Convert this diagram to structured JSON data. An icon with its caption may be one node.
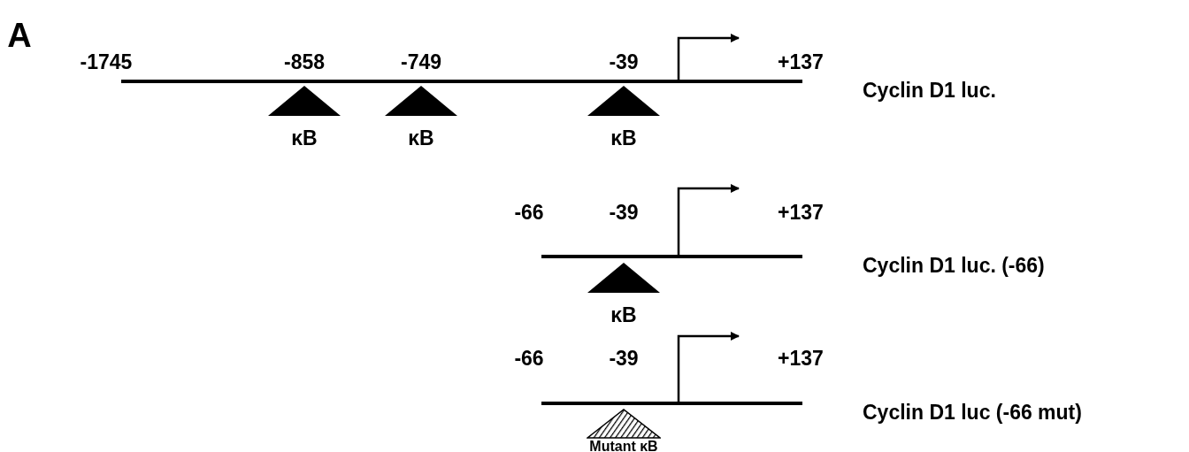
{
  "diagram": {
    "nodes": [
      {
        "text": [],
        "shape": "bar"
      },
      {
        "text": [
          "κB"
        ]
      },
      {
        "text": [
          "κB"
        ]
      },
      {
        "text": [
          "κB"
        ]
      },
      {
        "text": [],
        "shape": "bar"
      },
      {
        "text": [
          "κB"
        ]
      },
      {
        "text": [],
        "shape": "bar"
      },
      {
        "text": [
          "Mutant κB"
        ]
      }
    ],
    "labels": [
      "A",
      "-1745",
      "-858",
      "-749",
      "-39",
      "+137",
      "Cyclin D1 luc.",
      "-66",
      "-39",
      "+137",
      "Cyclin D1 luc. (-66)",
      "-66",
      "-39",
      "+137",
      "Cyclin D1 luc (-66 mut)"
    ]
  }
}
